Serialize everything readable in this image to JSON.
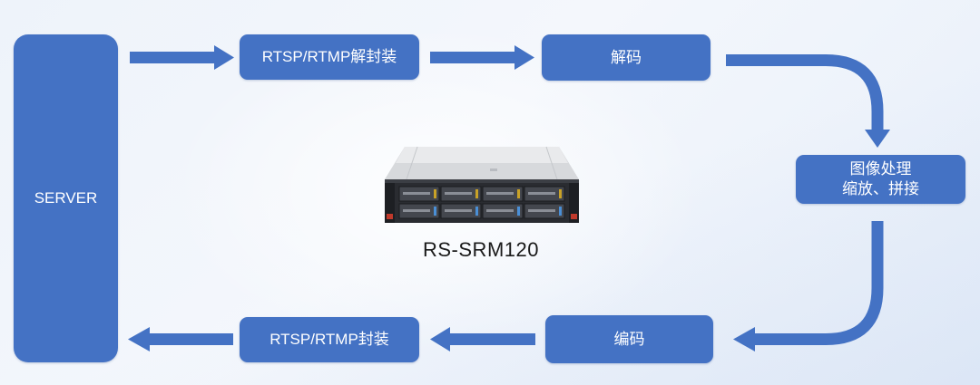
{
  "nodes": {
    "server": "SERVER",
    "demux": "RTSP/RTMP解封装",
    "decode": "解码",
    "process_line1": "图像处理",
    "process_line2": "缩放、拼接",
    "encode": "编码",
    "mux": "RTSP/RTMP封装"
  },
  "product": {
    "model": "RS-SRM120"
  },
  "colors": {
    "node_fill": "#4472c4",
    "arrow": "#4472c4",
    "text_on_node": "#ffffff",
    "label": "#1a1a1a"
  },
  "icons": [
    "rack-server-icon",
    "arrow-right-icon",
    "arrow-left-icon",
    "arrow-down-icon"
  ]
}
